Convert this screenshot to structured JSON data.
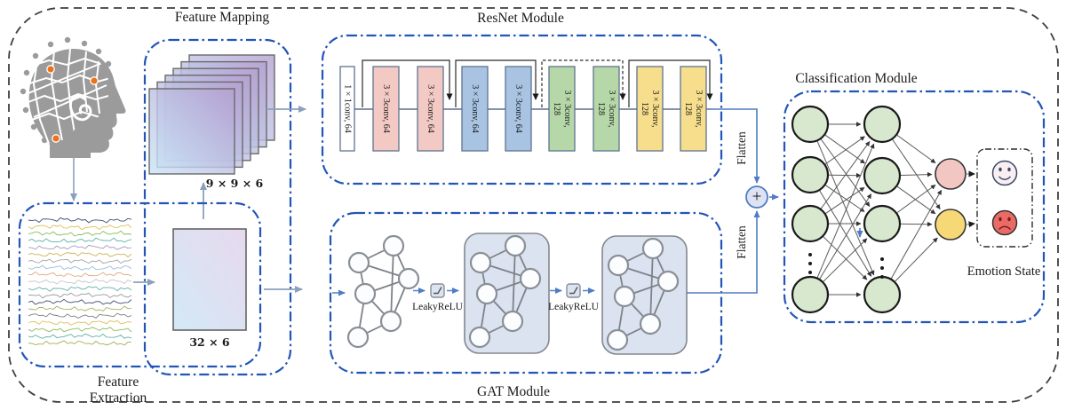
{
  "colors": {
    "module_border": "#2155b8",
    "outer_border": "#3f3f3f",
    "arrow_gray": "#8aa0bc",
    "arrow_blue": "#4f7cc4",
    "electrode_orange": "#ee7118",
    "head_gray": "#9b9b9b",
    "nn_node_green": "#d8e8cf",
    "nn_node_pink": "#f2c6c2",
    "nn_node_yellow": "#f7d876",
    "happy_face_fill": "#fbeef0",
    "sad_face_fill": "#ea6b66"
  },
  "feature_mapping": {
    "title": "Feature Mapping",
    "stack_dims": "9 × 9 × 6"
  },
  "feature_extraction": {
    "title_line1": "Feature",
    "title_line2": "Extraction",
    "matrix_dims": "32 × 6",
    "eeg_colors": [
      "#2b3a67",
      "#d9b84a",
      "#7ab648",
      "#4aa8a0",
      "#9b8fc0",
      "#c9a93f",
      "#9a9a9a",
      "#8db6d9",
      "#e0a070",
      "#c0c0c0",
      "#52a8a0",
      "#8f8f8f",
      "#2b3a67",
      "#a0a84a",
      "#707070",
      "#d9b84a",
      "#7ab648",
      "#4aa8a0",
      "#97a83f"
    ]
  },
  "resnet": {
    "title": "ResNet Module",
    "blocks": [
      {
        "label": "1 × 1conv, 64",
        "fill": "#ffffff"
      },
      {
        "label": "3 × 3conv, 64",
        "fill": "#f3c9c4"
      },
      {
        "label": "3 × 3conv, 64",
        "fill": "#f3c9c4"
      },
      {
        "label": "3 × 3conv, 64",
        "fill": "#a9c4e3"
      },
      {
        "label": "3 × 3conv, 64",
        "fill": "#a9c4e3"
      },
      {
        "label_line1": "3 × 3conv,",
        "label_line2": "128",
        "fill": "#b6d8a8"
      },
      {
        "label_line1": "3 × 3conv,",
        "label_line2": "128",
        "fill": "#b6d8a8"
      },
      {
        "label_line1": "3 × 3conv,",
        "label_line2": "128",
        "fill": "#f6de8d"
      },
      {
        "label_line1": "3 × 3conv,",
        "label_line2": "128",
        "fill": "#f6de8d"
      }
    ]
  },
  "gat": {
    "title": "GAT Module",
    "activations": [
      {
        "label": "LeakyReLU"
      },
      {
        "label": "LeakyReLU"
      }
    ]
  },
  "fusion": {
    "flatten_top": "Flatten",
    "flatten_bottom": "Flatten",
    "sum_symbol": "+"
  },
  "classification": {
    "title": "Classification Module",
    "emotion_title": "Emotion State"
  }
}
